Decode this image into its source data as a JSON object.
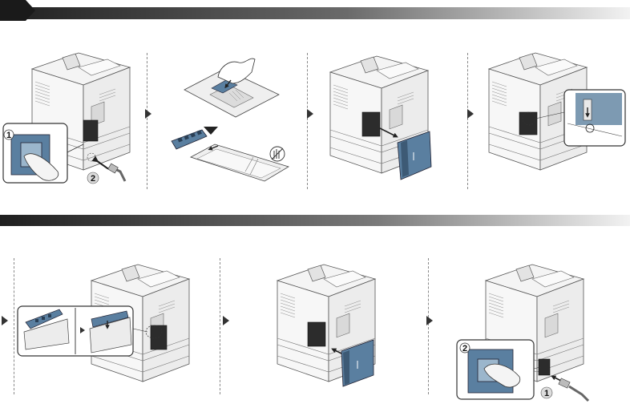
{
  "section_colors": {
    "band_dark": "#1f1f1f",
    "band_light": "#f2f2f2",
    "accent_blue": "#5a7fa0",
    "arrow": "#333333"
  },
  "top_row": {
    "steps": [
      {
        "callouts": [
          "1",
          "2"
        ],
        "subject": "printer-rear-power-switch-and-cord"
      },
      {
        "subject": "memory-module-unpacking"
      },
      {
        "subject": "side-cover-removal"
      },
      {
        "subject": "memory-slot-latch-detail"
      }
    ]
  },
  "bottom_row": {
    "steps": [
      {
        "subject": "memory-module-insertion"
      },
      {
        "subject": "side-cover-reattach"
      },
      {
        "callouts": [
          "2",
          "1"
        ],
        "subject": "power-cord-reconnect-and-switch-on"
      }
    ]
  },
  "icons": [
    "step-arrow-icon",
    "antistatic-hand-icon",
    "down-triangle-icon",
    "power-plug-icon"
  ]
}
